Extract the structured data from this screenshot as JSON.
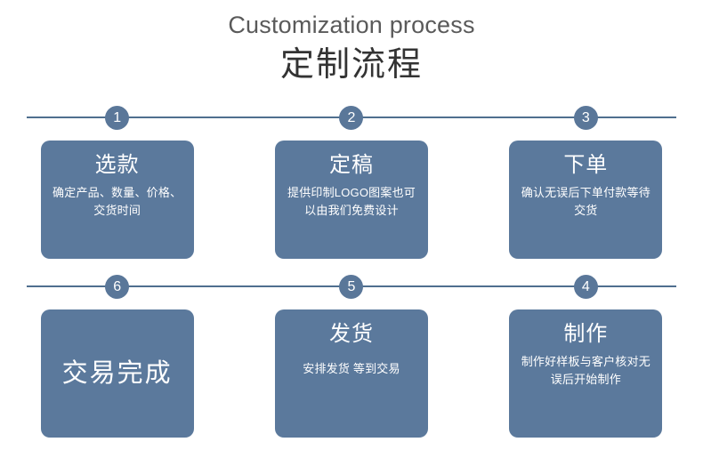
{
  "header": {
    "title_en": "Customization process",
    "title_cn": "定制流程"
  },
  "theme": {
    "card_fill": "#5b799c",
    "badge_fill": "#5a7799",
    "line_color": "#4f6f8f",
    "title_en_color": "#5a5a5a",
    "title_cn_color": "#333333",
    "card_text_color": "#ffffff"
  },
  "rows": [
    {
      "name": "row-top",
      "steps": [
        {
          "number": "1",
          "title": "选款",
          "desc": "确定产品、数量、价格、交货时间"
        },
        {
          "number": "2",
          "title": "定稿",
          "desc": "提供印制LOGO图案也可以由我们免费设计"
        },
        {
          "number": "3",
          "title": "下单",
          "desc": "确认无误后下单付款等待交货"
        }
      ]
    },
    {
      "name": "row-bottom",
      "steps": [
        {
          "number": "6",
          "title": "交易完成",
          "desc": ""
        },
        {
          "number": "5",
          "title": "发货",
          "desc": "安排发货 等到交易"
        },
        {
          "number": "4",
          "title": "制作",
          "desc": "制作好样板与客户核对无误后开始制作"
        }
      ]
    }
  ]
}
